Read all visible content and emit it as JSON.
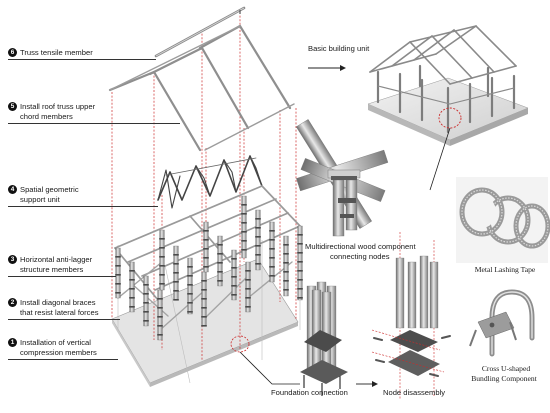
{
  "steps": [
    {
      "num": "6",
      "lines": [
        "Truss tensile member"
      ]
    },
    {
      "num": "5",
      "lines": [
        "Install roof truss upper",
        "chord members"
      ]
    },
    {
      "num": "4",
      "lines": [
        "Spatial geometric",
        "support unit"
      ]
    },
    {
      "num": "3",
      "lines": [
        "Horizontal anti-lagger",
        "structure members"
      ]
    },
    {
      "num": "2",
      "lines": [
        "Install diagonal braces",
        "that resist lateral forces"
      ]
    },
    {
      "num": "1",
      "lines": [
        "Installation of vertical",
        "compression members"
      ]
    }
  ],
  "labels": {
    "basic_unit": "Basic building unit",
    "node_line1": "Multidirectional wood component",
    "node_line2": "connecting nodes",
    "lashing": "Metal Lashing Tape",
    "cross_line1": "Cross U-shaped",
    "cross_line2": "Bundling Component",
    "foundation": "Foundation connection",
    "disassembly": "Node disassembly"
  },
  "colors": {
    "guide": "#cc2a2a",
    "steel": "#8c8c8c",
    "dark": "#333333",
    "platform": "#dedede"
  }
}
